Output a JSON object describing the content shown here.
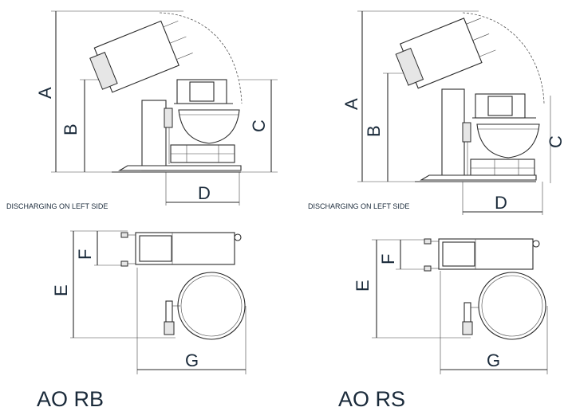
{
  "left_model": {
    "name": "AO RB",
    "caption": "DISCHARGING ON LEFT SIDE",
    "dims": {
      "A": "A",
      "B": "B",
      "C": "C",
      "D": "D",
      "E": "E",
      "F": "F",
      "G": "G"
    }
  },
  "right_model": {
    "name": "AO RS",
    "caption": "DISCHARGING ON LEFT SIDE",
    "dims": {
      "A": "A",
      "B": "B",
      "C": "C",
      "D": "D",
      "E": "E",
      "F": "F",
      "G": "G"
    }
  }
}
